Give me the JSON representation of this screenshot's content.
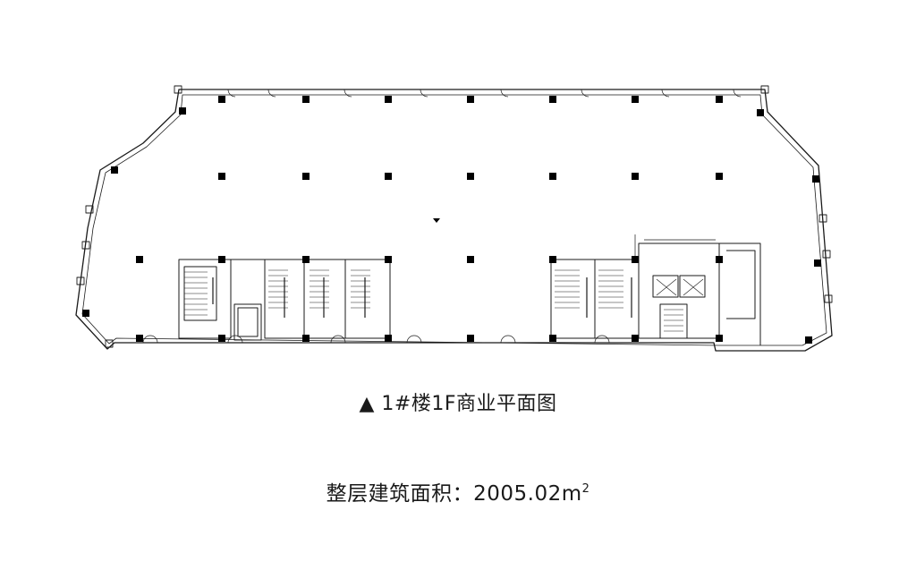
{
  "plan_title": "▲ 1#楼1F商业平面图",
  "area_label": "整层建筑面积：2005.02m",
  "area_unit_sup": "2",
  "colors": {
    "line": "#1a1a1a",
    "column": "#000000",
    "background": "#ffffff"
  },
  "icons": {
    "north_marker": "triangle-marker-icon",
    "column": "structural-column-icon"
  }
}
